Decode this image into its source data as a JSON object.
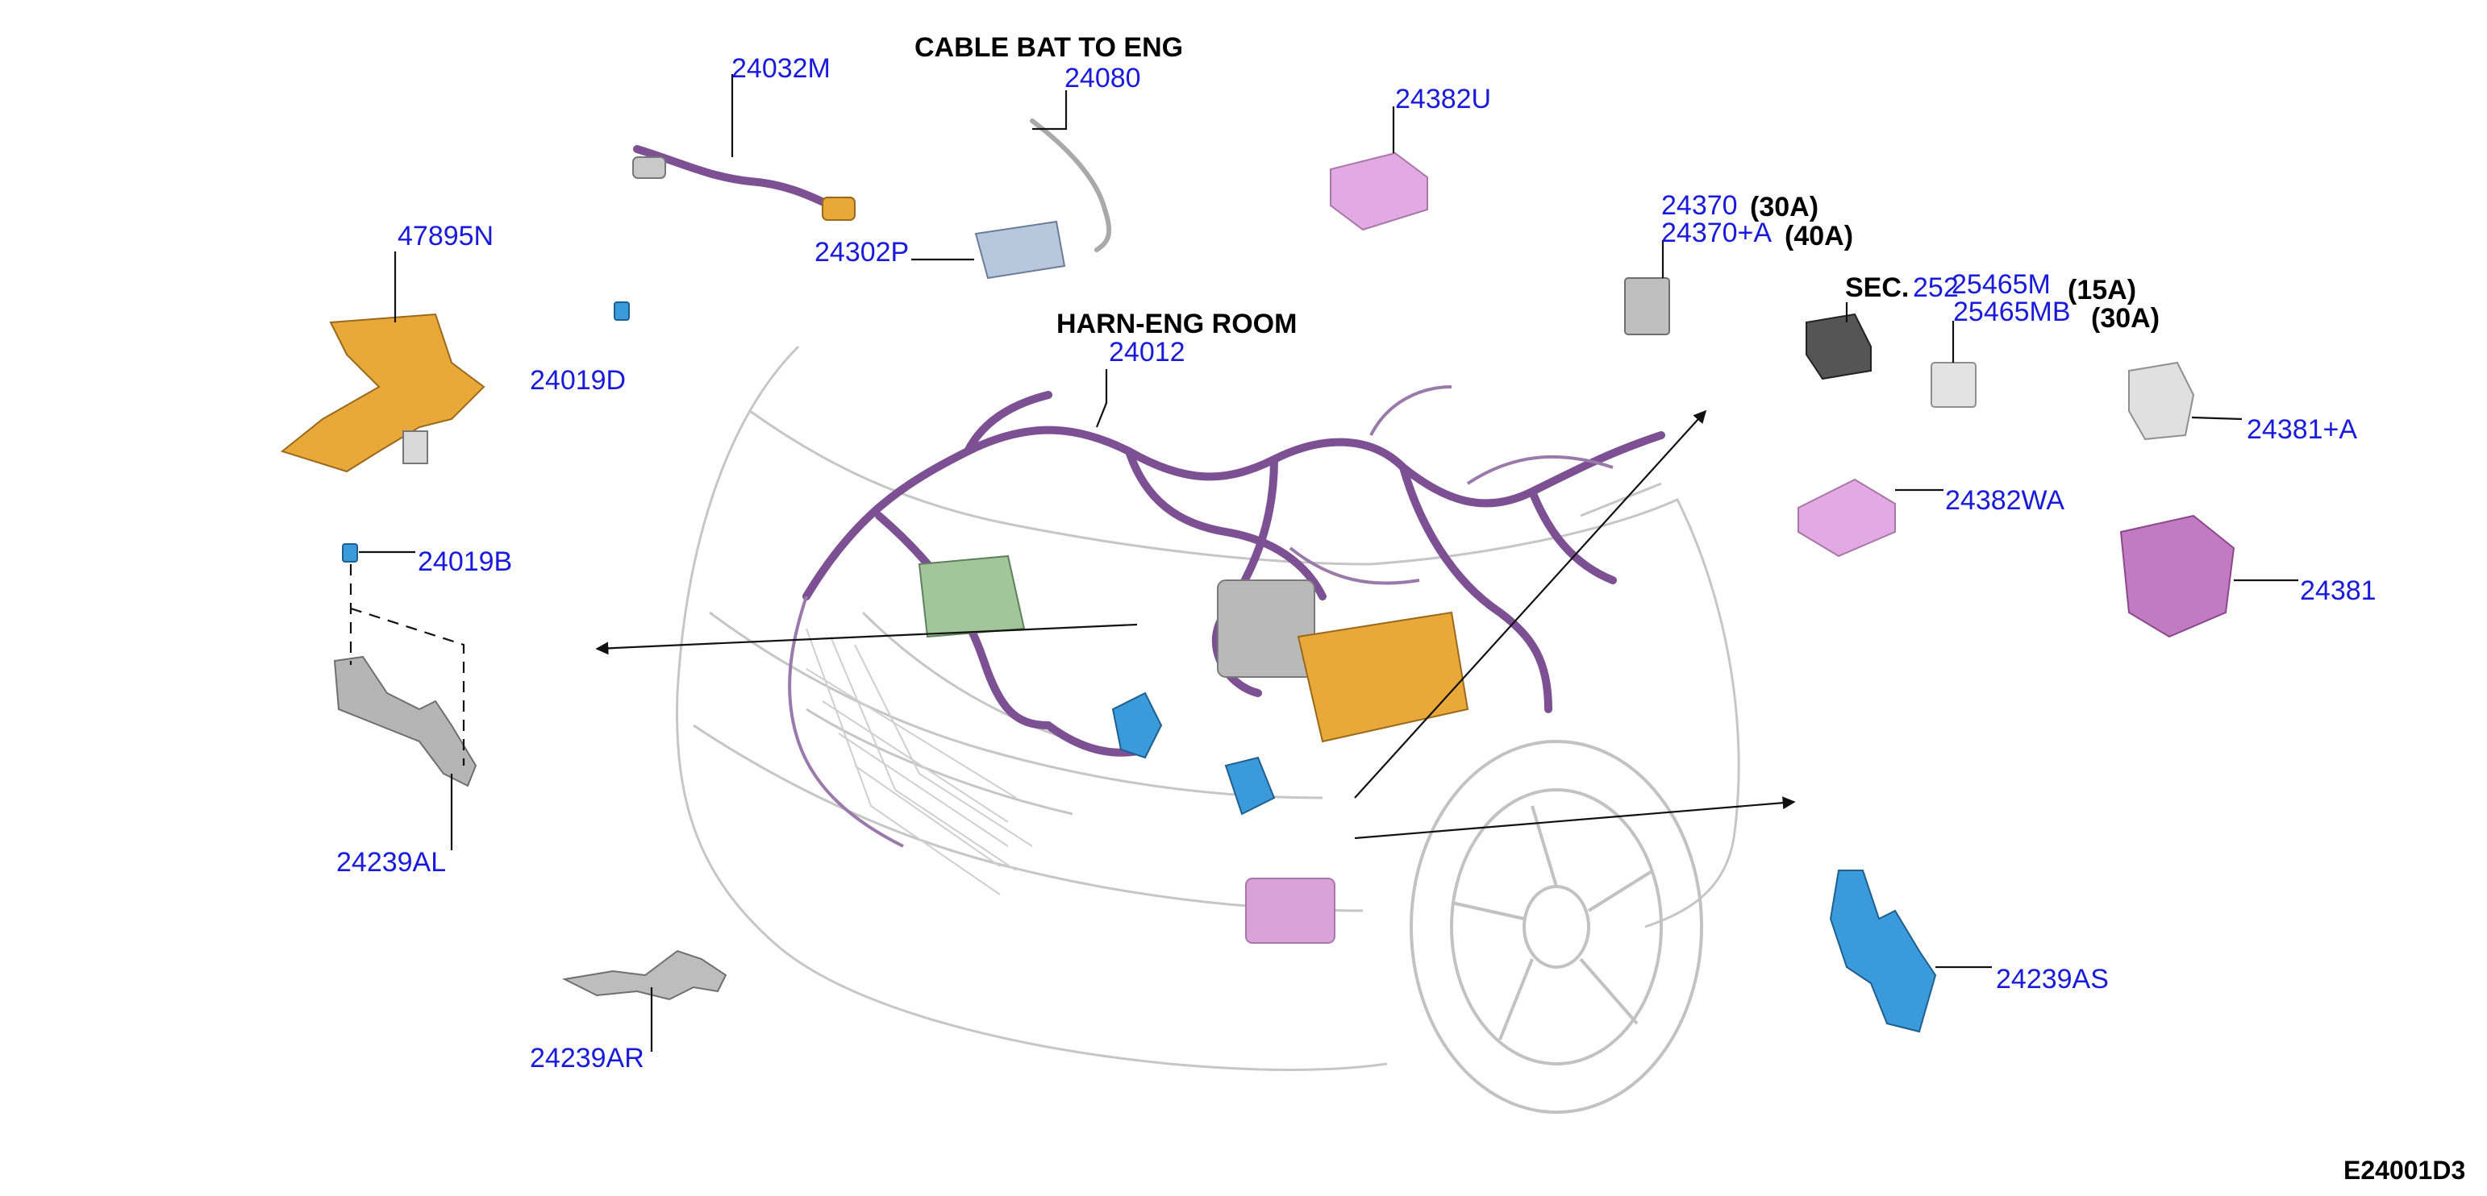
{
  "diagram_code": "E24001D3",
  "section_notes": {
    "cable_bat_to_eng": "CABLE BAT TO ENG",
    "harn_eng_room": "HARN-ENG ROOM",
    "sec": "SEC.252"
  },
  "part_numbers": {
    "p24032M": "24032M",
    "p24080": "24080",
    "p24382U": "24382U",
    "p24302P": "24302P",
    "p47895N": "47895N",
    "p24019D": "24019D",
    "p24012": "24012",
    "p24370": "24370",
    "p24370A": "24370+A",
    "p25465M": "25465M",
    "p25465MB": "25465MB",
    "p24381A": "24381+A",
    "p24382WA": "24382WA",
    "p24381": "24381",
    "p24019B": "24019B",
    "p24239AL": "24239AL",
    "p24239AR": "24239AR",
    "p24239AS": "24239AS"
  },
  "ratings": {
    "r24370": "(30A)",
    "r24370A": "(40A)",
    "r25465M": "(15A)",
    "r25465MB": "(30A)"
  },
  "colors": {
    "part_label": "#1a1adb",
    "harness": "#7d4f93",
    "fuse_box": "#d9a2d9",
    "bracket_orange": "#e9a93a",
    "bracket_blue": "#3b9ad9",
    "bracket_grey": "#a9a9a9",
    "vehicle_outline": "#c8c8c8"
  }
}
